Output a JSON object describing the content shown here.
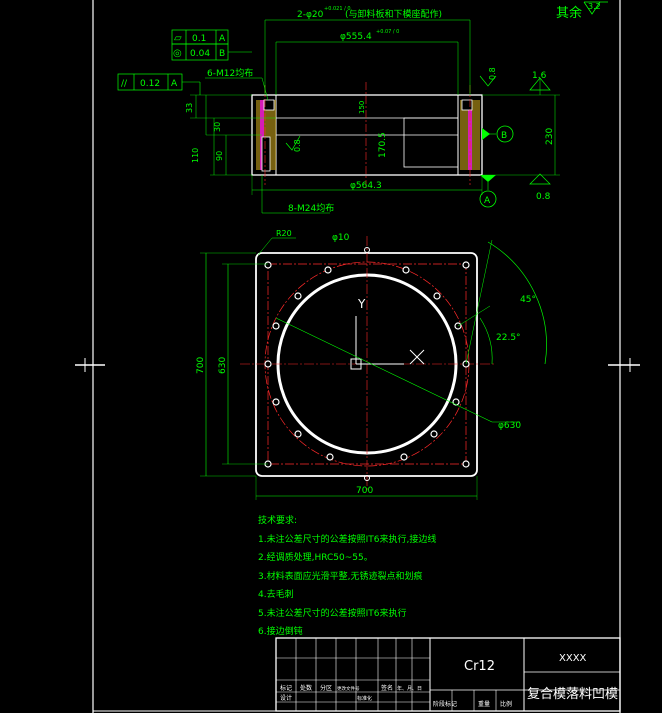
{
  "title_block": {
    "material": "Cr12",
    "code": "XXXX",
    "part_name": "复合模落料凹模",
    "row_labels": [
      "标记",
      "处数",
      "分区",
      "更改文件号",
      "签名",
      "年、月、日"
    ],
    "row_labels_2": [
      "设计",
      "标准化"
    ],
    "row_labels_3": [
      "阶段标记",
      "重量",
      "比例"
    ]
  },
  "roughness_other": {
    "label": "其余",
    "value": "3.2"
  },
  "top_view": {
    "hole_note": "2-φ20",
    "hole_tol": "+0.021 / 0",
    "hole_note_2": "(与卸料板和下模座配作)",
    "dia_bore": "φ555.4",
    "dia_bore_tol": "+0.07 / 0",
    "flat_sym": "▱",
    "flat_val": "0.1",
    "flat_datum": "A",
    "coax_sym": "◎",
    "coax_val": "0.04",
    "coax_datum": "B",
    "par_sym": "//",
    "par_val": "0.12",
    "par_datum": "A",
    "thread_top": "6-M12均布",
    "thread_bottom": "8-M24均布",
    "dim_33": "33",
    "dim_30": "30",
    "dim_110": "110",
    "dim_90": "90",
    "dim_150": "150",
    "dim_170": "170.5",
    "dim_230": "230",
    "dim_564": "φ564.3",
    "rough_08a": "0.8",
    "rough_08b": "0.8",
    "rough_08c": "0.8",
    "rough_16": "1.6",
    "datum_a": "A",
    "datum_b": "B"
  },
  "plan_view": {
    "r20": "R20",
    "phi10": "φ10",
    "angle45": "45°",
    "angle22": "22.5°",
    "phi630": "φ630",
    "dim700w": "700",
    "dim700h": "700",
    "dim630": "630",
    "axis_y": "Y",
    "axis_x": "X"
  },
  "tech_notes": {
    "heading": "技术要求:",
    "items": [
      "1.未注公差尺寸的公差按照IT6来执行,接边线",
      "2.经调质处理,HRC50~55。",
      "3.材料表面应光滑平整,无锈迹裂点和划痕",
      "4.去毛刺",
      "5.未注公差尺寸的公差按照IT6来执行",
      "6.接边倒钝"
    ]
  }
}
